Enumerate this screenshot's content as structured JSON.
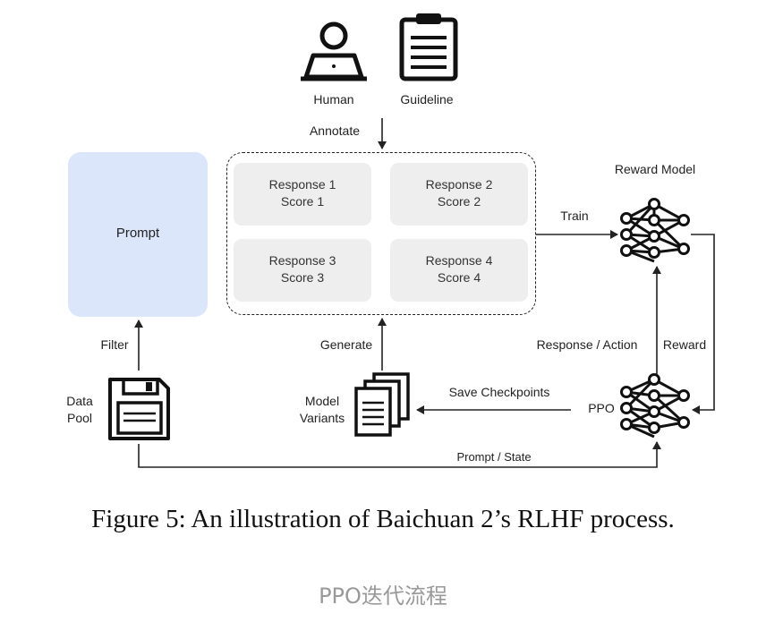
{
  "human_label": "Human",
  "guideline_label": "Guideline",
  "annotate_label": "Annotate",
  "prompt_label": "Prompt",
  "cards": [
    {
      "line1": "Response 1",
      "line2": "Score 1"
    },
    {
      "line1": "Response 2",
      "line2": "Score 2"
    },
    {
      "line1": "Response 3",
      "line2": "Score 3"
    },
    {
      "line1": "Response 4",
      "line2": "Score 4"
    }
  ],
  "reward_model_label": "Reward Model",
  "train_label": "Train",
  "filter_label": "Filter",
  "generate_label": "Generate",
  "response_action_label": "Response / Action",
  "reward_label": "Reward",
  "data_pool_label_1": "Data",
  "data_pool_label_2": "Pool",
  "model_variants_label_1": "Model",
  "model_variants_label_2": "Variants",
  "save_checkpoints_label": "Save Checkpoints",
  "ppo_label": "PPO",
  "prompt_state_label": "Prompt / State",
  "figure_caption": "Figure 5:  An illustration of Baichuan 2’s RLHF process.",
  "sub_caption": "PPO迭代流程",
  "colors": {
    "prompt_fill": "#dce6fb",
    "card_fill": "#eeeeee",
    "stroke": "#222222",
    "subcaption": "#999999"
  }
}
